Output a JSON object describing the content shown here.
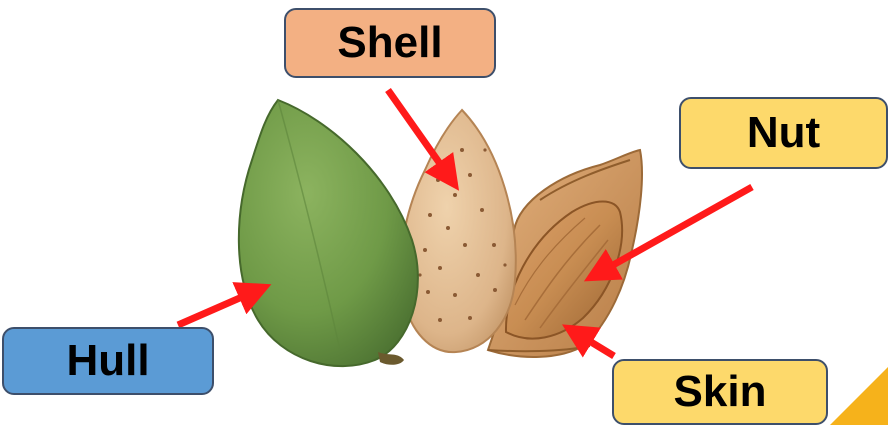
{
  "labels": {
    "shell": "Shell",
    "nut": "Nut",
    "hull": "Hull",
    "skin": "Skin"
  },
  "colors": {
    "shell_box": "#f3b083",
    "nut_box": "#fdd96b",
    "hull_box": "#5b9bd5",
    "skin_box": "#fdd96b",
    "arrow": "#ff1a1a",
    "box_border": "#3d4f6b",
    "hull_fruit": "#6f9a47",
    "shell_fruit": "#ddb58a",
    "nut_kernel": "#c88d52",
    "corner_accent": "#f6b21b"
  }
}
